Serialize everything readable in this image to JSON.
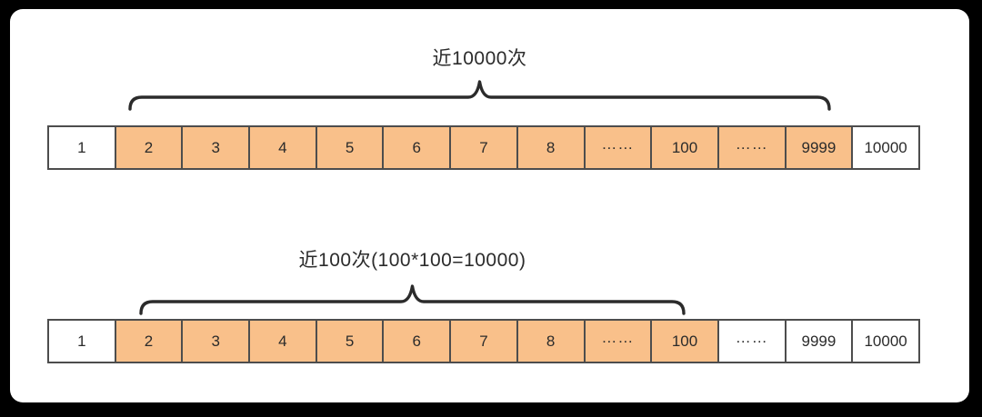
{
  "colors": {
    "highlight": "#F9C08A",
    "cell_border": "#4D4D4D",
    "ink": "#2B2B2B",
    "panel_bg": "#FFFFFF",
    "frame_bg": "#000000"
  },
  "rows": [
    {
      "label": "近10000次",
      "cells": [
        {
          "text": "1",
          "highlighted": false
        },
        {
          "text": "2",
          "highlighted": true
        },
        {
          "text": "3",
          "highlighted": true
        },
        {
          "text": "4",
          "highlighted": true
        },
        {
          "text": "5",
          "highlighted": true
        },
        {
          "text": "6",
          "highlighted": true
        },
        {
          "text": "7",
          "highlighted": true
        },
        {
          "text": "8",
          "highlighted": true
        },
        {
          "text": "……",
          "highlighted": true
        },
        {
          "text": "100",
          "highlighted": true
        },
        {
          "text": "……",
          "highlighted": true
        },
        {
          "text": "9999",
          "highlighted": true
        },
        {
          "text": "10000",
          "highlighted": false
        }
      ]
    },
    {
      "label": "近100次(100*100=10000)",
      "cells": [
        {
          "text": "1",
          "highlighted": false
        },
        {
          "text": "2",
          "highlighted": true
        },
        {
          "text": "3",
          "highlighted": true
        },
        {
          "text": "4",
          "highlighted": true
        },
        {
          "text": "5",
          "highlighted": true
        },
        {
          "text": "6",
          "highlighted": true
        },
        {
          "text": "7",
          "highlighted": true
        },
        {
          "text": "8",
          "highlighted": true
        },
        {
          "text": "……",
          "highlighted": true
        },
        {
          "text": "100",
          "highlighted": true
        },
        {
          "text": "……",
          "highlighted": false
        },
        {
          "text": "9999",
          "highlighted": false
        },
        {
          "text": "10000",
          "highlighted": false
        }
      ]
    }
  ]
}
